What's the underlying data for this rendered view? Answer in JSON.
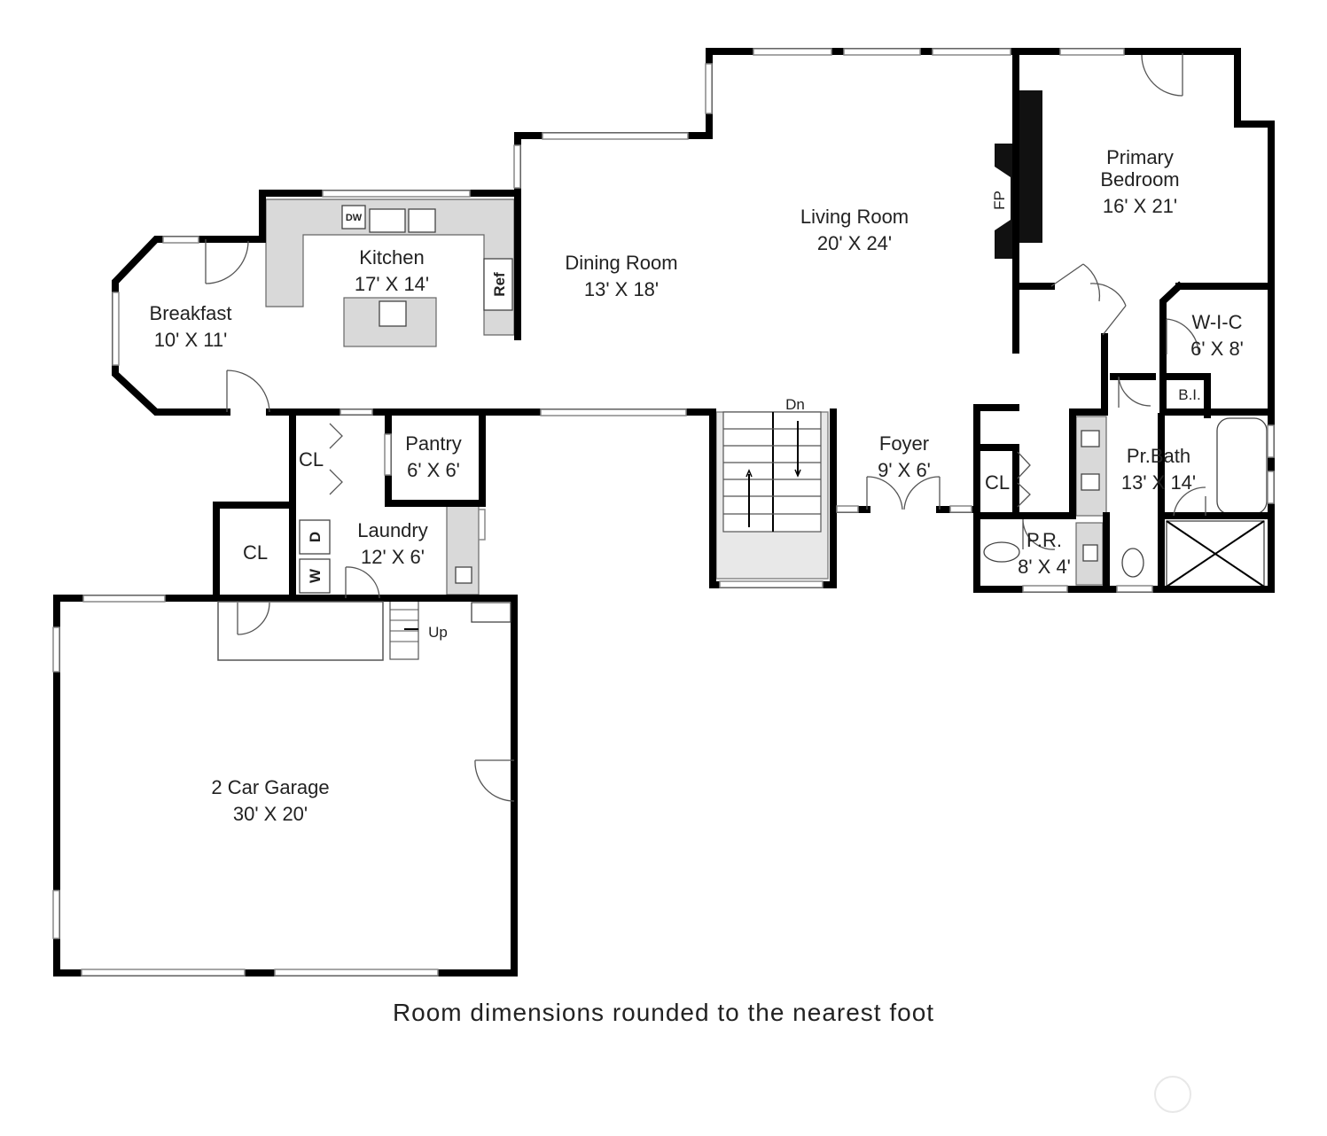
{
  "rooms": {
    "living": {
      "name": "Living Room",
      "dims": "20' X 24'"
    },
    "dining": {
      "name": "Dining Room",
      "dims": "13' X 18'"
    },
    "kitchen": {
      "name": "Kitchen",
      "dims": "17' X 14'"
    },
    "breakfast": {
      "name": "Breakfast",
      "dims": "10' X 11'"
    },
    "primary": {
      "name1": "Primary",
      "name2": "Bedroom",
      "dims": "16' X 21'"
    },
    "wic": {
      "name": "W-I-C",
      "dims": "6' X 8'"
    },
    "pantry": {
      "name": "Pantry",
      "dims": "6' X 6'"
    },
    "laundry": {
      "name": "Laundry",
      "dims": "12' X 6'"
    },
    "foyer": {
      "name": "Foyer",
      "dims": "9' X 6'"
    },
    "prbath": {
      "name": "Pr.Bath",
      "dims": "13' X 14'"
    },
    "pr": {
      "name": "P.R.",
      "dims": "8' X 4'"
    },
    "garage": {
      "name": "2 Car Garage",
      "dims": "30' X 20'"
    }
  },
  "labels": {
    "cl": "CL",
    "fp": "FP",
    "dw": "DW",
    "ref": "Ref",
    "bi": "B.I.",
    "dn": "Dn",
    "up": "Up",
    "washer": "W",
    "dryer": "D"
  },
  "footer": "Room dimensions rounded to the nearest foot"
}
